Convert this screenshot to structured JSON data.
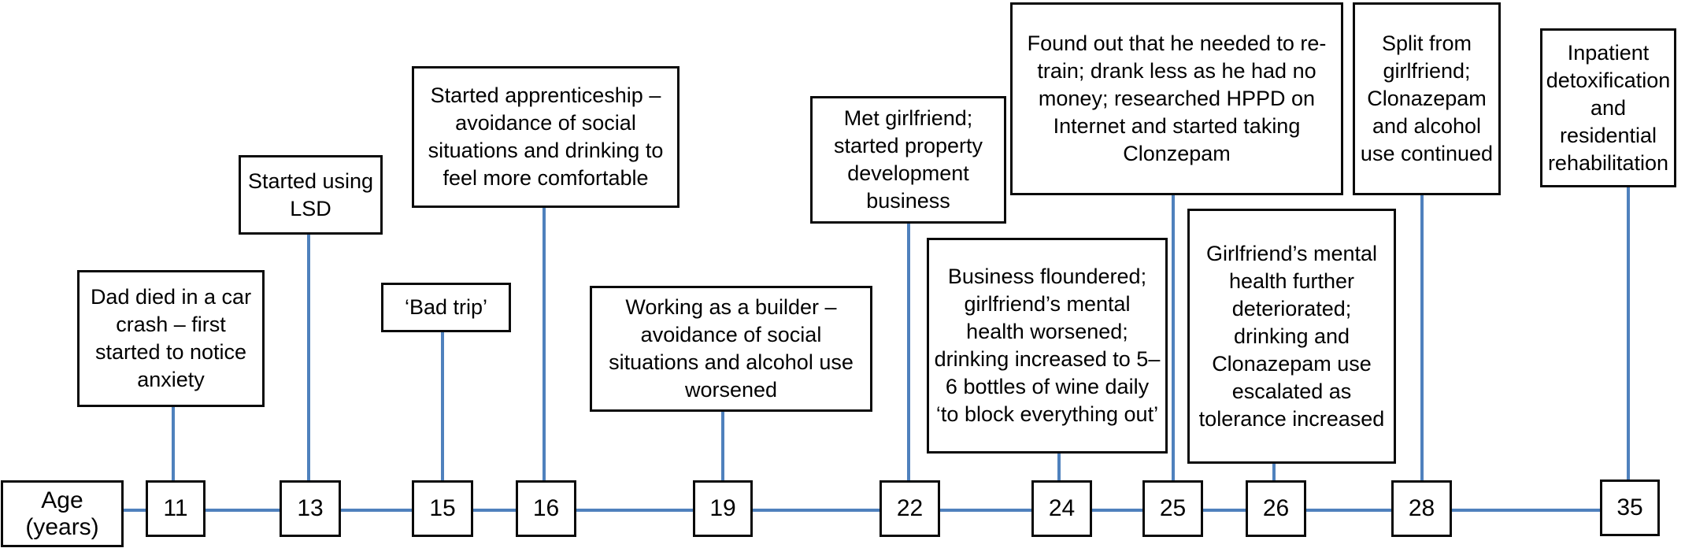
{
  "figure": {
    "type": "timeline",
    "axis_label": "Age\n(years)",
    "ages": [
      "11",
      "13",
      "15",
      "16",
      "19",
      "22",
      "24",
      "25",
      "26",
      "28",
      "35"
    ],
    "events": [
      {
        "age": "11",
        "text": "Dad died in a car crash – first started to notice anxiety"
      },
      {
        "age": "13",
        "text": "Started using LSD"
      },
      {
        "age": "15",
        "text": "‘Bad trip’"
      },
      {
        "age": "16",
        "text": "Started apprenticeship – avoidance of social situations and drinking to feel more comfortable"
      },
      {
        "age": "19",
        "text": "Working as a builder – avoidance of social situations and alcohol use worsened"
      },
      {
        "age": "22",
        "text": "Met girlfriend; started property development business"
      },
      {
        "age": "24",
        "text": "Business floundered; girlfriend’s mental health worsened; drinking increased to 5–6 bottles of wine daily ‘to block everything out’"
      },
      {
        "age": "25",
        "text": "Found out that he needed to re-train; drank less as he had no money; researched HPPD on Internet and started taking Clonzepam"
      },
      {
        "age": "26",
        "text": "Girlfriend’s mental health further deteriorated; drinking and Clonazepam use escalated as tolerance increased"
      },
      {
        "age": "28",
        "text": "Split from girlfriend; Clonazepam and alcohol use continued"
      },
      {
        "age": "35",
        "text": "Inpatient detoxification and residential rehabilitation"
      }
    ],
    "colors": {
      "connector_blue": "#4f81bd",
      "box_border": "#0a0a0a",
      "background": "#ffffff"
    }
  }
}
